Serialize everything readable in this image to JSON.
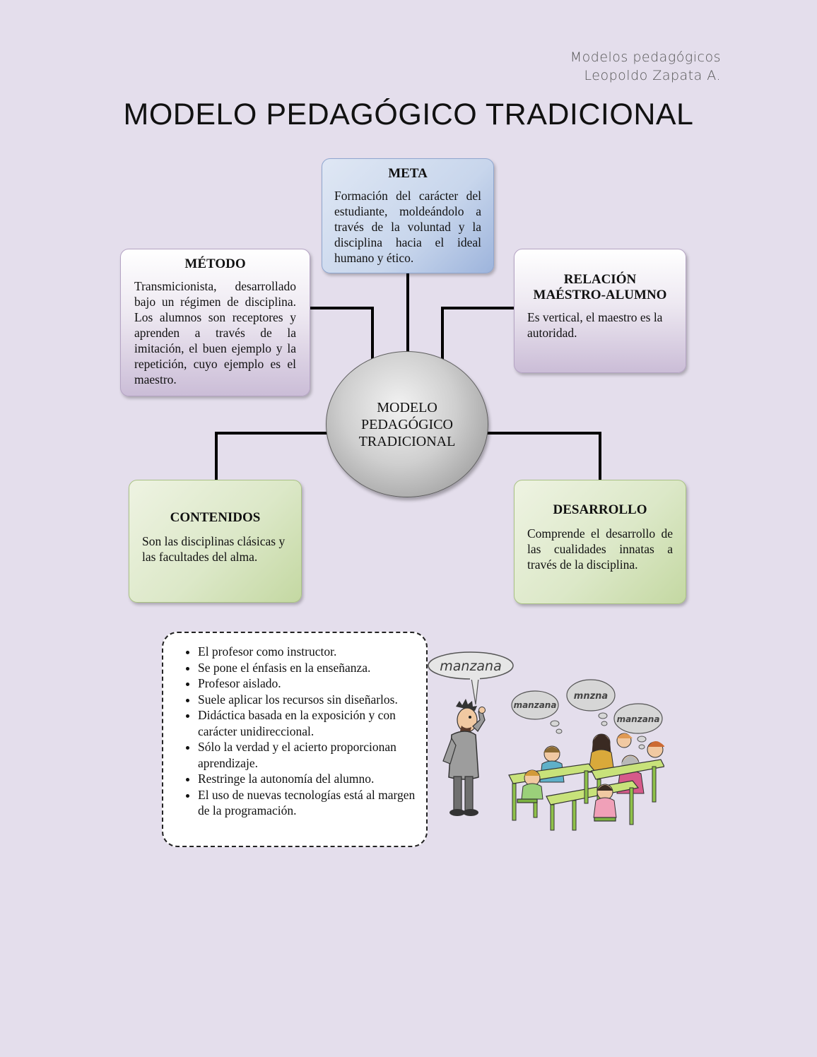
{
  "header": {
    "line1": "Modelos pedagógicos",
    "line2": "Leopoldo Zapata A."
  },
  "title": "MODELO PEDAGÓGICO TRADICIONAL",
  "center": {
    "label": "MODELO PEDAGÓGICO TRADICIONAL"
  },
  "nodes": {
    "meta": {
      "title": "META",
      "text": "Formación del carácter del estudiante, moldeándolo a través de la voluntad y la disciplina hacia el ideal humano y ético.",
      "color": "#c8d6ec"
    },
    "metodo": {
      "title": "MÉTODO",
      "text": "Transmicionista, desarrollado bajo un régimen de disciplina. Los alumnos son receptores y aprenden a través de la imitación, el buen ejemplo y la repetición, cuyo ejemplo es el maestro.",
      "color": "#cbbdd7"
    },
    "relacion": {
      "title": "RELACIÓN MAÉSTRO-ALUMNO",
      "text": "Es vertical, el maestro es la autoridad.",
      "color": "#cbbdd7"
    },
    "contenidos": {
      "title": "CONTENIDOS",
      "text": "Son las disciplinas clásicas y las facultades del alma.",
      "color": "#dce8c8"
    },
    "desarrollo": {
      "title": "DESARROLLO",
      "text": "Comprende el desarrollo de las cualidades innatas a través de la disciplina.",
      "color": "#dce8c8"
    }
  },
  "bullets": [
    "El profesor como instructor.",
    "Se pone el énfasis en la enseñanza.",
    "Profesor aislado.",
    "Suele aplicar los recursos sin diseñarlos.",
    "Didáctica basada en la exposición y con carácter unidireccional.",
    "Sólo la verdad y el acierto proporcionan aprendizaje.",
    "Restringe la autonomía del alumno.",
    "El uso de nuevas tecnologías está al margen de la programación."
  ],
  "illustration": {
    "teacher_bubble": "manzana",
    "student_bubbles": [
      "manzana",
      "mnzna",
      "manzana"
    ]
  }
}
